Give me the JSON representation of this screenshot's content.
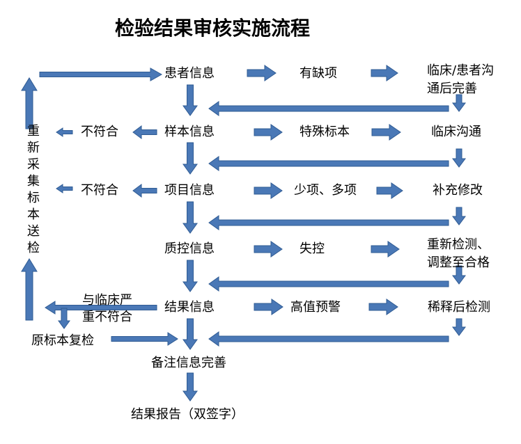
{
  "title": "检验结果审核实施流程",
  "colors": {
    "arrow_fill": "#4a78b6",
    "arrow_stroke": "#2f5b93",
    "text": "#000000"
  },
  "nodes": {
    "patient_info": "患者信息",
    "missing_items": "有缺项",
    "clinic_patient_complete_1": "临床/患者沟",
    "clinic_patient_complete_2": "通后完善",
    "sample_info": "样本信息",
    "special_sample": "特殊标本",
    "clinic_comm": "临床沟通",
    "sample_nonconform": "不符合",
    "item_info": "项目信息",
    "fewer_more_items": "少项、多项",
    "supplement_modify": "补充修改",
    "item_nonconform": "不符合",
    "qc_info": "质控信息",
    "out_of_control": "失控",
    "retest_adjust_1": "重新检测、",
    "retest_adjust_2": "调整至合格",
    "result_info": "结果信息",
    "high_value_alert": "高值预警",
    "dilute_retest": "稀释后检测",
    "severe_mismatch_1": "与临床严",
    "severe_mismatch_2": "重不符合",
    "original_recheck": "原标本复检",
    "remarks_complete": "备注信息完善",
    "result_report": "结果报告（双签字）",
    "recollect": "重新采集标本送检"
  }
}
